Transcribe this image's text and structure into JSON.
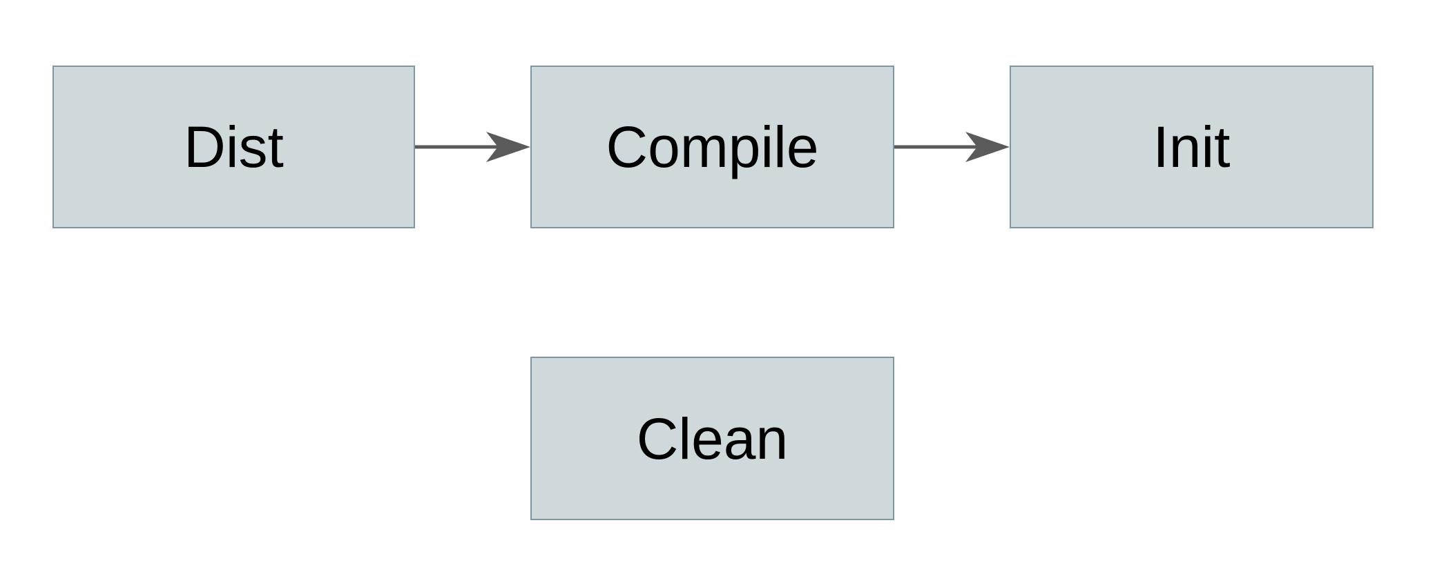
{
  "diagram": {
    "nodes": [
      {
        "id": "dist",
        "label": "Dist"
      },
      {
        "id": "compile",
        "label": "Compile"
      },
      {
        "id": "init",
        "label": "Init"
      },
      {
        "id": "clean",
        "label": "Clean"
      }
    ],
    "edges": [
      {
        "from": "dist",
        "to": "compile"
      },
      {
        "from": "compile",
        "to": "init"
      }
    ],
    "colors": {
      "background": "#ffffff",
      "node_fill": "#cfd8da",
      "node_border": "#7e95a2",
      "arrow": "#5a5a5a",
      "text": "#000000"
    }
  }
}
